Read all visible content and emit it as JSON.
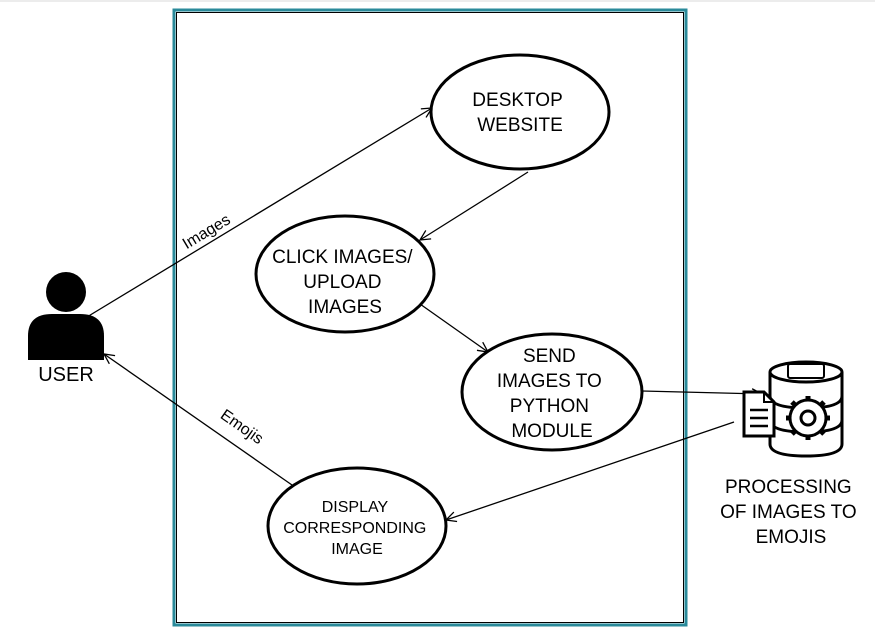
{
  "actor": {
    "label": "USER",
    "icon": "user-icon"
  },
  "use_cases": [
    {
      "id": "desktop-website",
      "lines": [
        "DESKTOP",
        "WEBSITE"
      ]
    },
    {
      "id": "click-upload-images",
      "lines": [
        "CLICK IMAGES/",
        "UPLOAD",
        "IMAGES"
      ]
    },
    {
      "id": "send-images-python",
      "lines": [
        "SEND",
        "IMAGES TO",
        "PYTHON",
        "MODULE"
      ]
    },
    {
      "id": "display-corresponding-image",
      "lines": [
        "DISPLAY",
        "CORRESPONDING",
        "IMAGE"
      ]
    }
  ],
  "external": {
    "icon": "database-processing-icon",
    "lines": [
      "PROCESSING",
      "OF IMAGES TO",
      "EMOJIS"
    ]
  },
  "edge_labels": {
    "images": "Images",
    "emojis": "Emojis"
  },
  "colors": {
    "boundary_border": "#2a8a9a",
    "stroke": "#000000",
    "background": "#ffffff"
  }
}
